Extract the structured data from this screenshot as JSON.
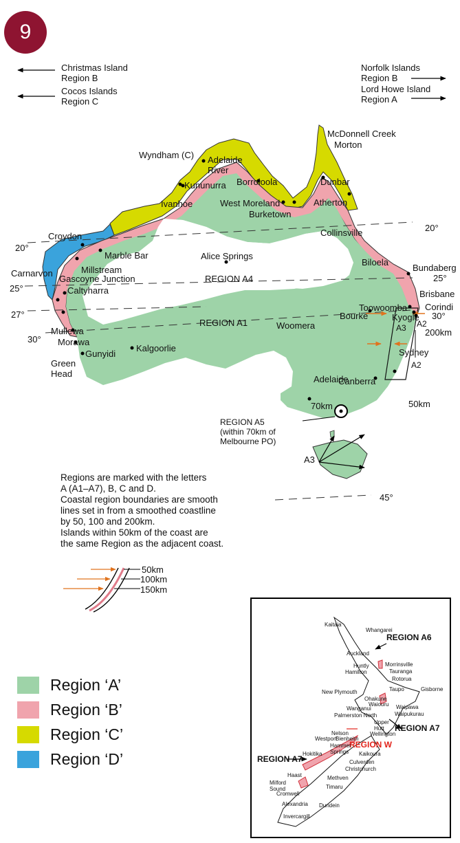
{
  "badge": {
    "number": "9"
  },
  "offshore": {
    "christmas": [
      "Christmas Island",
      "Region B"
    ],
    "cocos": [
      "Cocos Islands",
      "Region C"
    ],
    "norfolk": [
      "Norfolk Islands",
      "Region B"
    ],
    "lordhowe": [
      "Lord Howe Island",
      "Region A"
    ]
  },
  "places": {
    "mcdonnell": "McDonnell Creek",
    "morton": "Morton",
    "wyndham": "Wyndham (C)",
    "adelaide_river": [
      "Adelaide",
      "River"
    ],
    "kununurra": "Kununurra",
    "ivanhoe": "Ivanhoe",
    "borroloola": "Borroloola",
    "west_moreland": "West Moreland",
    "burketown": "Burketown",
    "dunbar": "Dunbar",
    "atherton": "Atherton",
    "collinsville": "Collinsville",
    "croydon": "Croydon",
    "marble_bar": "Marble Bar",
    "millstream": "Millstream",
    "alice_springs": "Alice Springs",
    "biloela": "Biloela",
    "bundaberg": "Bundaberg",
    "carnarvon": "Carnarvon",
    "gascoyne": "Gascoyne Junction",
    "caltyharra": "Caltyharra",
    "region_a4": "REGION A4",
    "brisbane": "Brisbane",
    "toowoomba": "Toowoomba",
    "kyogle": "Kyogle",
    "corindi": "Corindi",
    "mullewa": "Mullewa",
    "morawa": "Morawa",
    "gunyidi": "Gunyidi",
    "green_head": [
      "Green",
      "Head"
    ],
    "kalgoorlie": "Kalgoorlie",
    "region_a1": "REGION A1",
    "woomera": "Woomera",
    "bourke": "Bourke",
    "a3_mainland": "A3",
    "a2_upper": "A2",
    "a2_lower": "A2",
    "dist_200": "200km",
    "sydney": "Sydney",
    "adelaide": "Adelaide",
    "canberra": "Canberra",
    "dist_50": "50km",
    "dist_70": "70km",
    "region_a5": [
      "REGION A5",
      "(within 70km of",
      "Melbourne PO)"
    ],
    "a3_tas": "A3"
  },
  "latitudes": {
    "lat20_left": "20°",
    "lat20_right": "20°",
    "lat25_left": "25°",
    "lat25_right": "25°",
    "lat27": "27°",
    "lat30_left": "30°",
    "lat30_right": "30°",
    "lat45": "45°"
  },
  "note": [
    "Regions are marked with the letters",
    "A (A1–A7), B, C and D.",
    "Coastal region boundaries are smooth",
    "lines set in from a smoothed coastline",
    "by 50, 100 and 200km.",
    "Islands within 50km of the coast are",
    "the same Region as the adjacent coast."
  ],
  "scale": [
    "50km",
    "100km",
    "150km"
  ],
  "legend": [
    {
      "label": "Region ‘A’",
      "color": "#9ed3a8"
    },
    {
      "label": "Region ‘B’",
      "color": "#f0a4ad"
    },
    {
      "label": "Region ‘C’",
      "color": "#d6da00"
    },
    {
      "label": "Region ‘D’",
      "color": "#3aa3dc"
    }
  ],
  "nz": {
    "region_a6": "REGION A6",
    "region_a7_right": "REGION A7",
    "region_a7_left": "REGION A7",
    "region_w": "REGION W",
    "towns": {
      "kaitaia": "Kaitaia",
      "whangarei": "Whangarei",
      "auckland": "Auckland",
      "morrinsville": "Morrinsville",
      "huntly": "Huntly",
      "hamilton": "Hamilton",
      "tauranga": "Tauranga",
      "rotorua": "Rotorua",
      "new_plymouth": "New Plymouth",
      "taupo": "Taupo",
      "gisborne": "Gisborne",
      "ohakune": "Ohakune",
      "waiouru": "Waiouru",
      "wanganui": "Wanganui",
      "waipawa": "Waipawa",
      "waipukurau": "Waipukurau",
      "palmerston_north": "Palmerston North",
      "upper_hutt": [
        "Upper",
        "Hutt"
      ],
      "wellington": "Wellington",
      "westport": "Westport",
      "nelson": "Nelson",
      "blenheim": "Bienheim",
      "hammer_springs": [
        "Hammer",
        "Springs"
      ],
      "kaikoura": "Kaikoura",
      "hokitika": "Hokitika",
      "culverden": "Culverden",
      "christchurch": "Christchurch",
      "haast": "Haast",
      "methven": "Methven",
      "milford": [
        "Milford",
        "Sound"
      ],
      "timaru": "Timaru",
      "cromwell": "Cromwell",
      "alexandria": "Alexandria",
      "dundein": "Dundein",
      "invercargill": "Invercargill"
    }
  },
  "colors": {
    "region_a": "#9ed3a8",
    "region_b": "#f0a4ad",
    "region_c": "#d6da00",
    "region_d": "#3aa3dc",
    "arrow": "#e0731e",
    "badge": "#8e1431",
    "region_w": "#e2231a"
  }
}
